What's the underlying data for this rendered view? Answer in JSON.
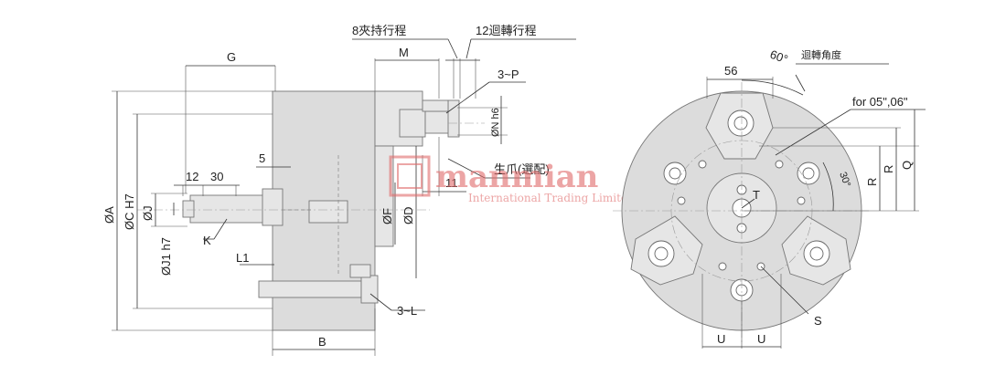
{
  "side_view": {
    "labels": {
      "G": "G",
      "M": "M",
      "clamp_stroke": "8夾持行程",
      "rotate_stroke": "12迴轉行程",
      "three_p": "3~P",
      "phiN": "ØN h6",
      "jaw": "生爪(選配)",
      "eleven": "11",
      "five": "5",
      "twelve": "12",
      "thirty": "30",
      "phiA": "ØA",
      "phiC": "ØC H7",
      "phiJ": "ØJ",
      "phiJ1": "ØJ1 h7",
      "K": "K",
      "L1": "L1",
      "phiF": "ØF",
      "phiD": "ØD",
      "three_L": "3~L",
      "B": "B"
    }
  },
  "front_view": {
    "labels": {
      "fiftysix": "56",
      "sixty": "60°",
      "rotation_angle": "迴轉角度",
      "for_models": "for 05\",06\"",
      "thirty_deg": "30°",
      "T": "T",
      "R1": "R",
      "R2": "R",
      "Q": "Q",
      "S": "S",
      "U1": "U",
      "U2": "U"
    }
  },
  "watermark": {
    "brand": "manmian",
    "subtitle": "International Trading Limited",
    "logo_color": "#e06a6a"
  }
}
